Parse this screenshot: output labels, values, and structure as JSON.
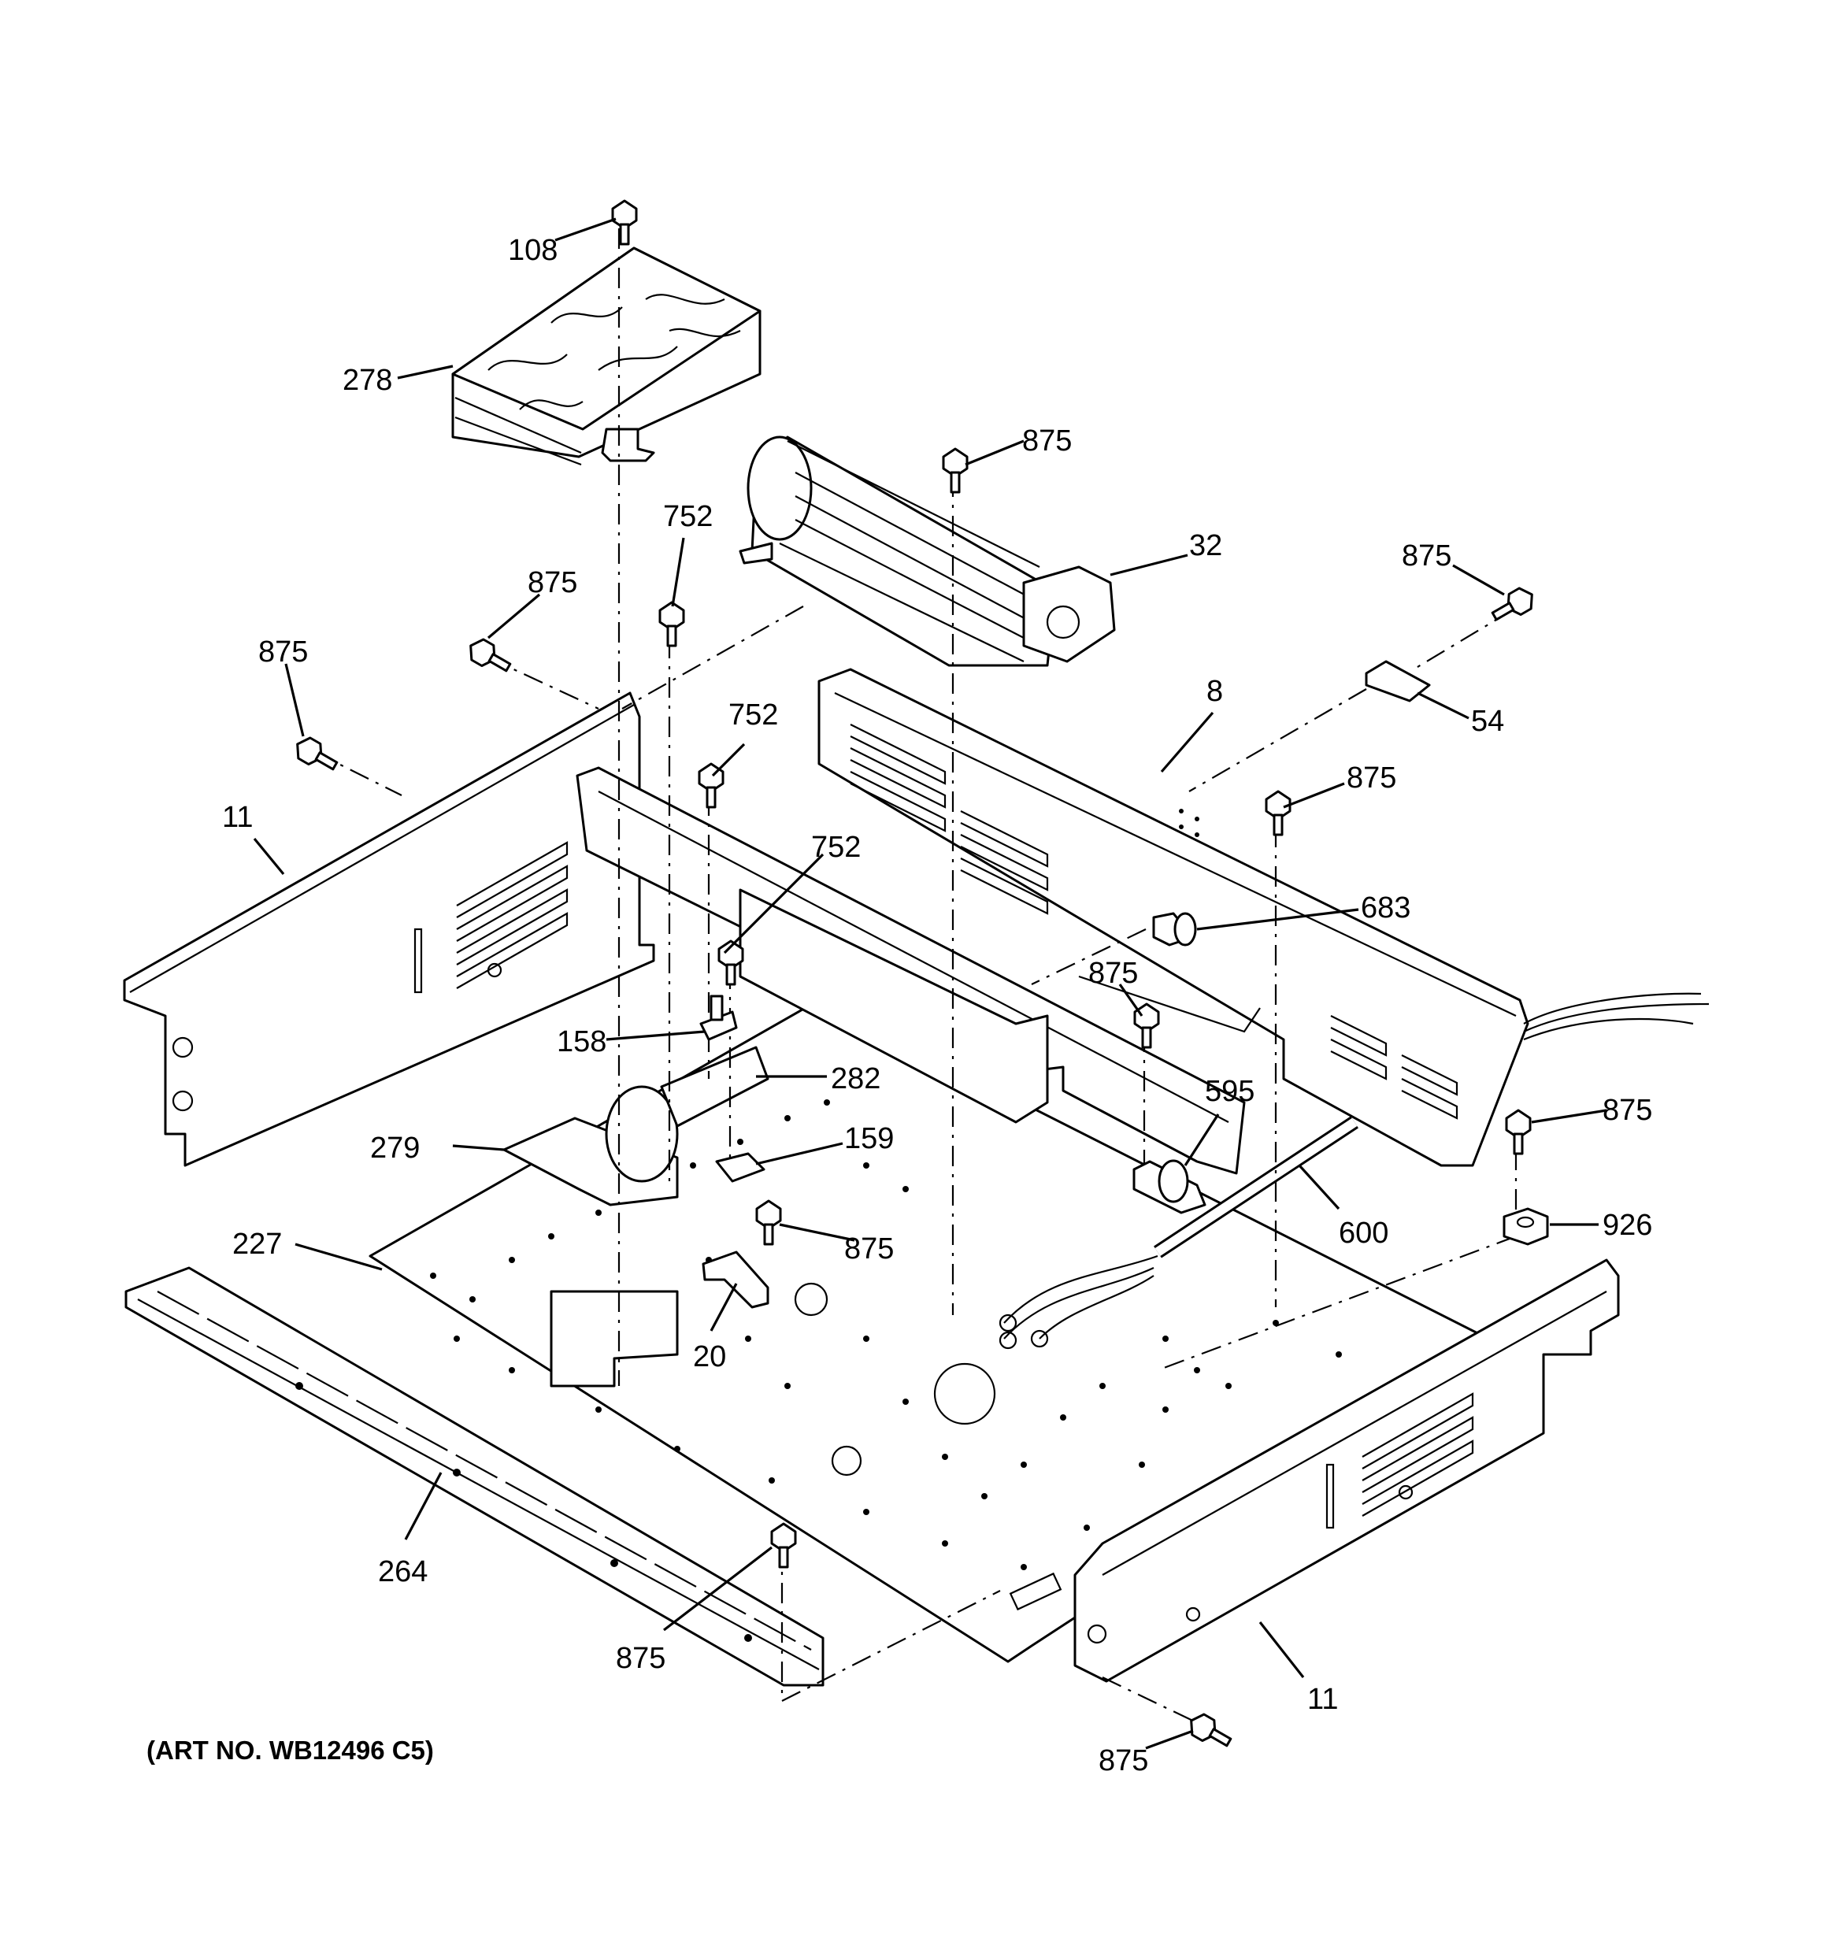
{
  "art_number": "(ART NO. WB12496 C5)",
  "callouts": {
    "c108": "108",
    "c278": "278",
    "c875_fan": "875",
    "c32": "32",
    "c752_a": "752",
    "c875_a": "875",
    "c875_right_top": "875",
    "c54": "54",
    "c875_b": "875",
    "c8": "8",
    "c752_b": "752",
    "c875_c": "875",
    "c11_left": "11",
    "c752_c": "752",
    "c683": "683",
    "c875_d": "875",
    "c158": "158",
    "c282": "282",
    "c595": "595",
    "c875_e": "875",
    "c279": "279",
    "c159": "159",
    "c600": "600",
    "c926": "926",
    "c227": "227",
    "c875_f": "875",
    "c20": "20",
    "c264": "264",
    "c875_g": "875",
    "c11_right": "11",
    "c875_h": "875"
  }
}
